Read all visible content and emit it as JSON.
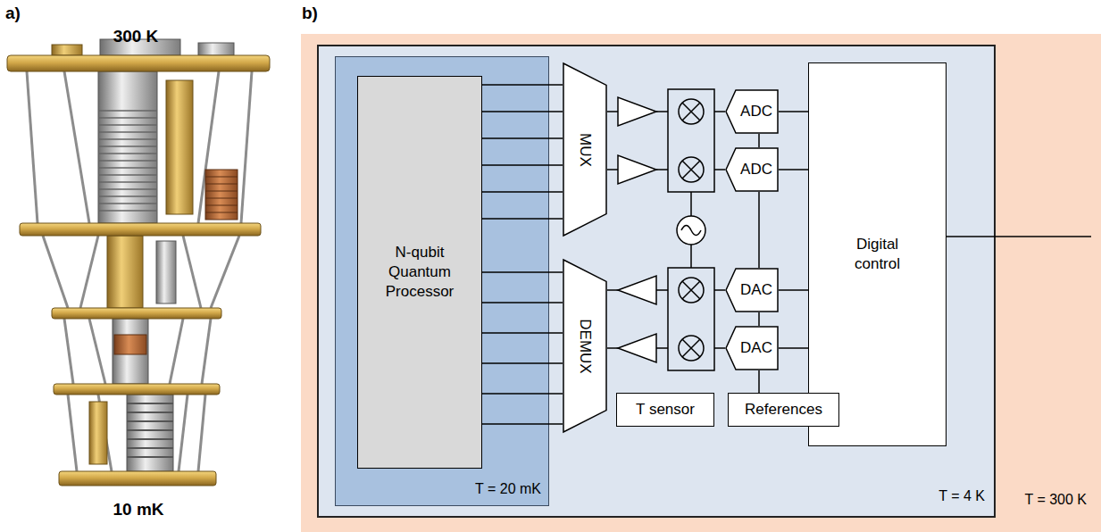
{
  "diagram": {
    "nodes": [
      {
        "text": [
          "T = 300 K"
        ]
      },
      {
        "text": [
          "T = 4 K"
        ],
        "in": 0
      },
      {
        "text": [
          "T = 20 mK"
        ],
        "in": 1
      },
      {
        "text": [
          "N-qubit Quantum Processor"
        ],
        "in": 2
      },
      {
        "text": [
          "MUX"
        ],
        "in": 1
      },
      {
        "text": [
          "DEMUX"
        ],
        "in": 1
      },
      {
        "text": [
          "ADC"
        ],
        "in": 1
      },
      {
        "text": [
          "ADC"
        ],
        "in": 1
      },
      {
        "text": [
          "DAC"
        ],
        "in": 1
      },
      {
        "text": [
          "DAC"
        ],
        "in": 1
      },
      {
        "text": [
          "Digital control"
        ],
        "in": 1
      },
      {
        "text": [
          "T sensor"
        ],
        "in": 1
      },
      {
        "text": [
          "References"
        ],
        "in": 1
      }
    ],
    "edges": [
      {
        "from": 3,
        "to": 4,
        "arrow": "none"
      },
      {
        "from": 3,
        "to": 4,
        "arrow": "none"
      },
      {
        "from": 3,
        "to": 4,
        "arrow": "none"
      },
      {
        "from": 3,
        "to": 4,
        "arrow": "none"
      },
      {
        "from": 3,
        "to": 4,
        "arrow": "none"
      },
      {
        "from": 3,
        "to": 4,
        "arrow": "none"
      },
      {
        "from": 3,
        "to": 5,
        "arrow": "none"
      },
      {
        "from": 3,
        "to": 5,
        "arrow": "none"
      },
      {
        "from": 3,
        "to": 5,
        "arrow": "none"
      },
      {
        "from": 3,
        "to": 5,
        "arrow": "none"
      },
      {
        "from": 3,
        "to": 5,
        "arrow": "none"
      },
      {
        "from": 3,
        "to": 5,
        "arrow": "none"
      },
      {
        "from": 4,
        "to": 6,
        "arrow": "none"
      },
      {
        "from": 4,
        "to": 7,
        "arrow": "none"
      },
      {
        "from": 6,
        "to": 10,
        "arrow": "none"
      },
      {
        "from": 7,
        "to": 10,
        "arrow": "none"
      },
      {
        "from": 5,
        "to": 8,
        "arrow": "none"
      },
      {
        "from": 5,
        "to": 9,
        "arrow": "none"
      },
      {
        "from": 8,
        "to": 10,
        "arrow": "none"
      },
      {
        "from": 9,
        "to": 10,
        "arrow": "none"
      },
      {
        "from": 6,
        "to": 7,
        "arrow": "none"
      },
      {
        "from": 7,
        "to": 8,
        "arrow": "none"
      },
      {
        "from": 8,
        "to": 9,
        "arrow": "none"
      },
      {
        "from": 9,
        "to": 12,
        "arrow": "none"
      }
    ],
    "labels": [
      "a)",
      "b)",
      "300 K",
      "10 mK"
    ]
  }
}
